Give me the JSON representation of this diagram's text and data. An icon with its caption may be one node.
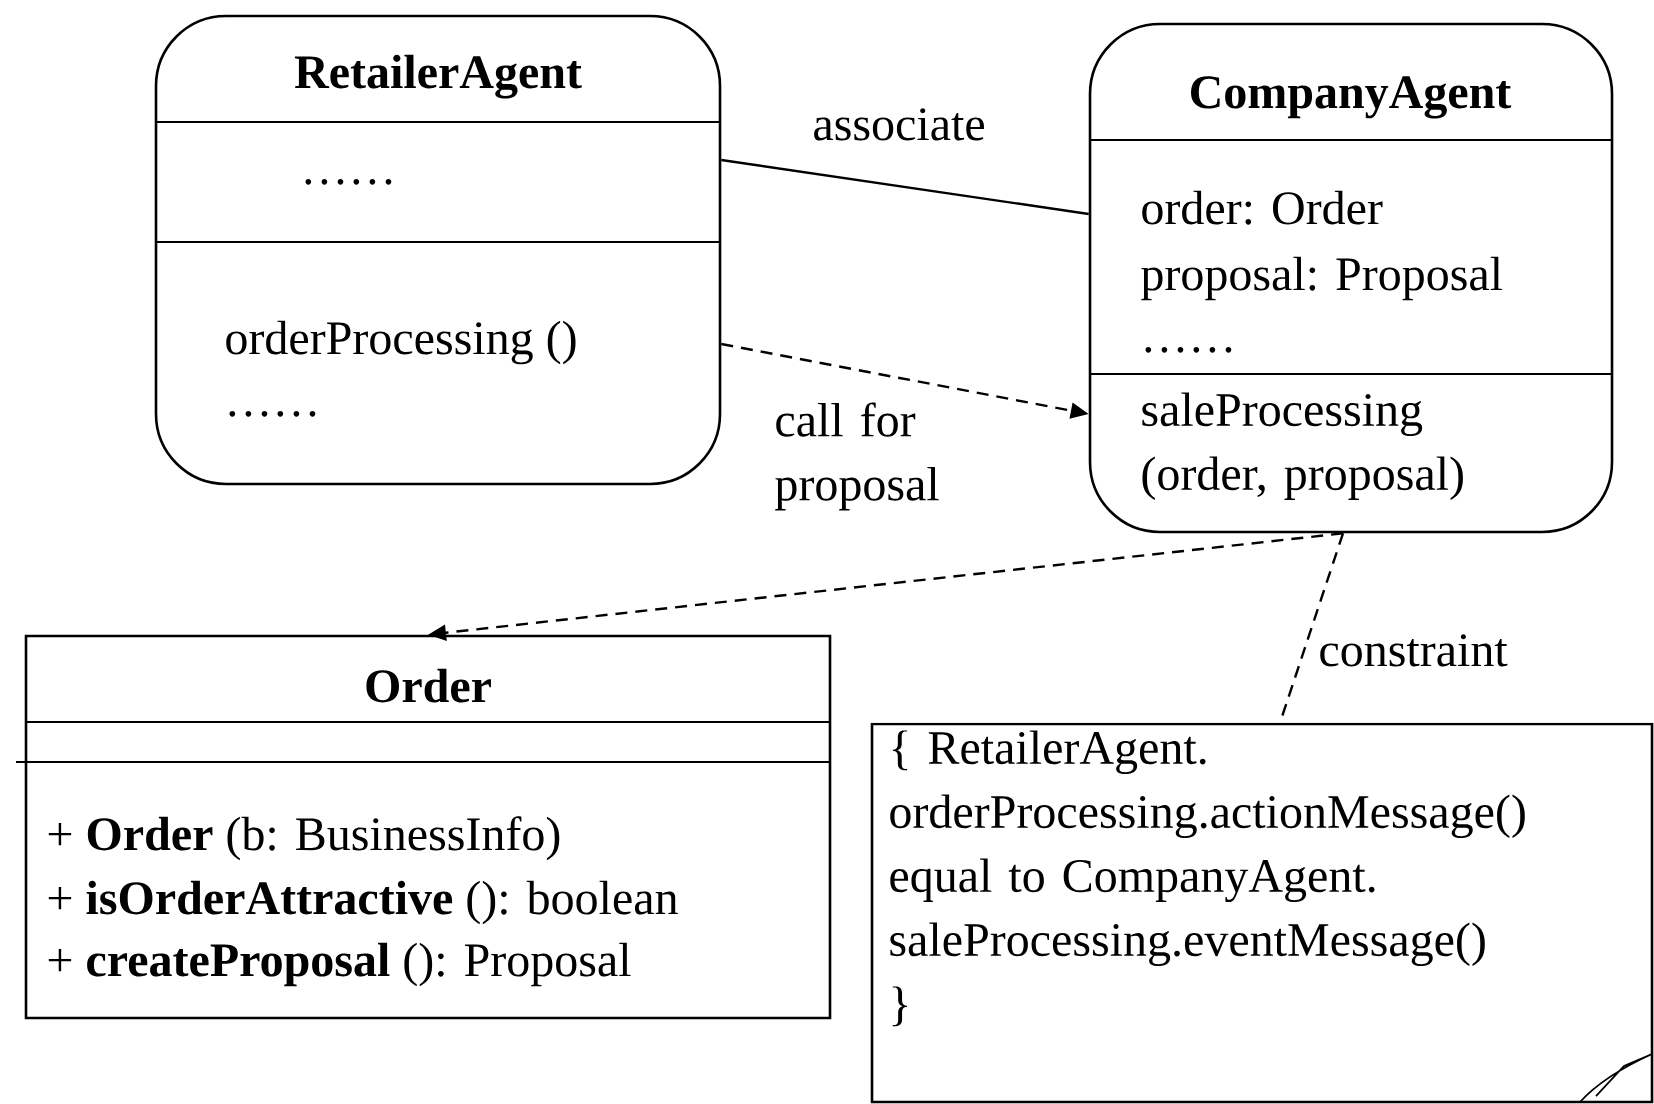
{
  "diagram": {
    "nodes": [
      {
        "text": [
          "RetailerAgent",
          "……",
          "orderProcessing ()",
          "……"
        ]
      },
      {
        "text": [
          "CompanyAgent",
          "order: Order",
          "proposal: Proposal",
          "……",
          "saleProcessing (order, proposal)"
        ]
      },
      {
        "text": [
          "Order",
          "+ **Order** (b: BusinessInfo)",
          "+ **isOrderAttractive** (): boolean",
          "+ **createProposal** (): Proposal"
        ]
      },
      {
        "text": [
          "{ RetailerAgent. orderProcessing.actionMessage() equal to CompanyAgent. saleProcessing.eventMessage() }"
        ]
      }
    ],
    "edges": [
      {
        "from": 0,
        "to": 1,
        "arrow": "none",
        "label": "associate"
      },
      {
        "from": 0,
        "to": 1,
        "arrow": "to",
        "style": "dashed",
        "label": "call for proposal"
      },
      {
        "from": 1,
        "to": 2,
        "arrow": "to",
        "style": "dashed"
      },
      {
        "from": 1,
        "to": 3,
        "arrow": "none",
        "style": "dashed",
        "label": "constraint"
      }
    ]
  }
}
